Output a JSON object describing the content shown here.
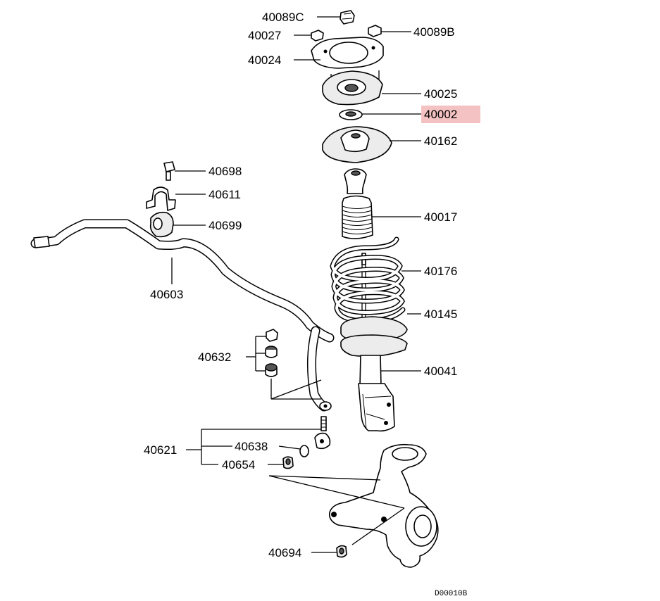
{
  "highlight_color": "#f4c2c2",
  "labels": {
    "p40089C": "40089C",
    "p40027": "40027",
    "p40089B": "40089B",
    "p40024": "40024",
    "p40025": "40025",
    "p40002": "40002",
    "p40162": "40162",
    "p40698": "40698",
    "p40611": "40611",
    "p40699": "40699",
    "p40017": "40017",
    "p40603": "40603",
    "p40176": "40176",
    "p40145": "40145",
    "p40632": "40632",
    "p40041": "40041",
    "p40621": "40621",
    "p40638": "40638",
    "p40654": "40654",
    "p40694": "40694"
  },
  "diagram_code": "D00010B",
  "highlighted_part": "40002"
}
